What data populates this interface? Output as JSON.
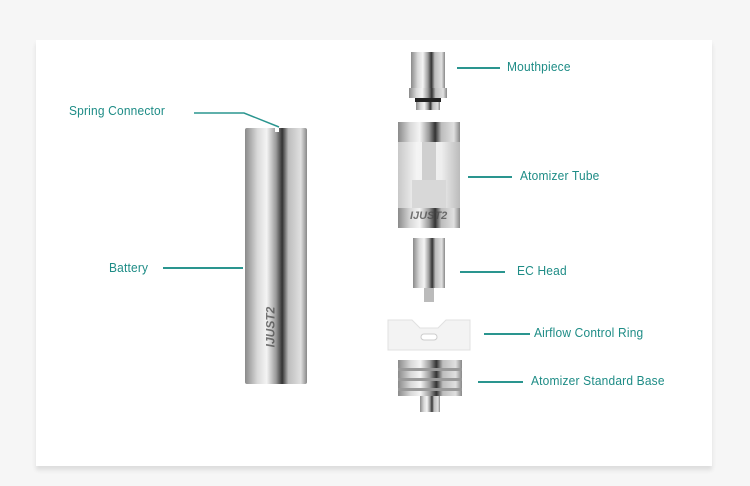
{
  "labels": {
    "spring_connector": "Spring Connector",
    "battery": "Battery",
    "mouthpiece": "Mouthpiece",
    "atomizer_tube": "Atomizer Tube",
    "ec_head": "EC Head",
    "airflow_control_ring": "Airflow Control Ring",
    "atomizer_standard_base": "Atomizer Standard Base"
  },
  "brand_marking": "IJUST2",
  "colors": {
    "label": "#1e8c86",
    "leader": "#2a958f"
  }
}
